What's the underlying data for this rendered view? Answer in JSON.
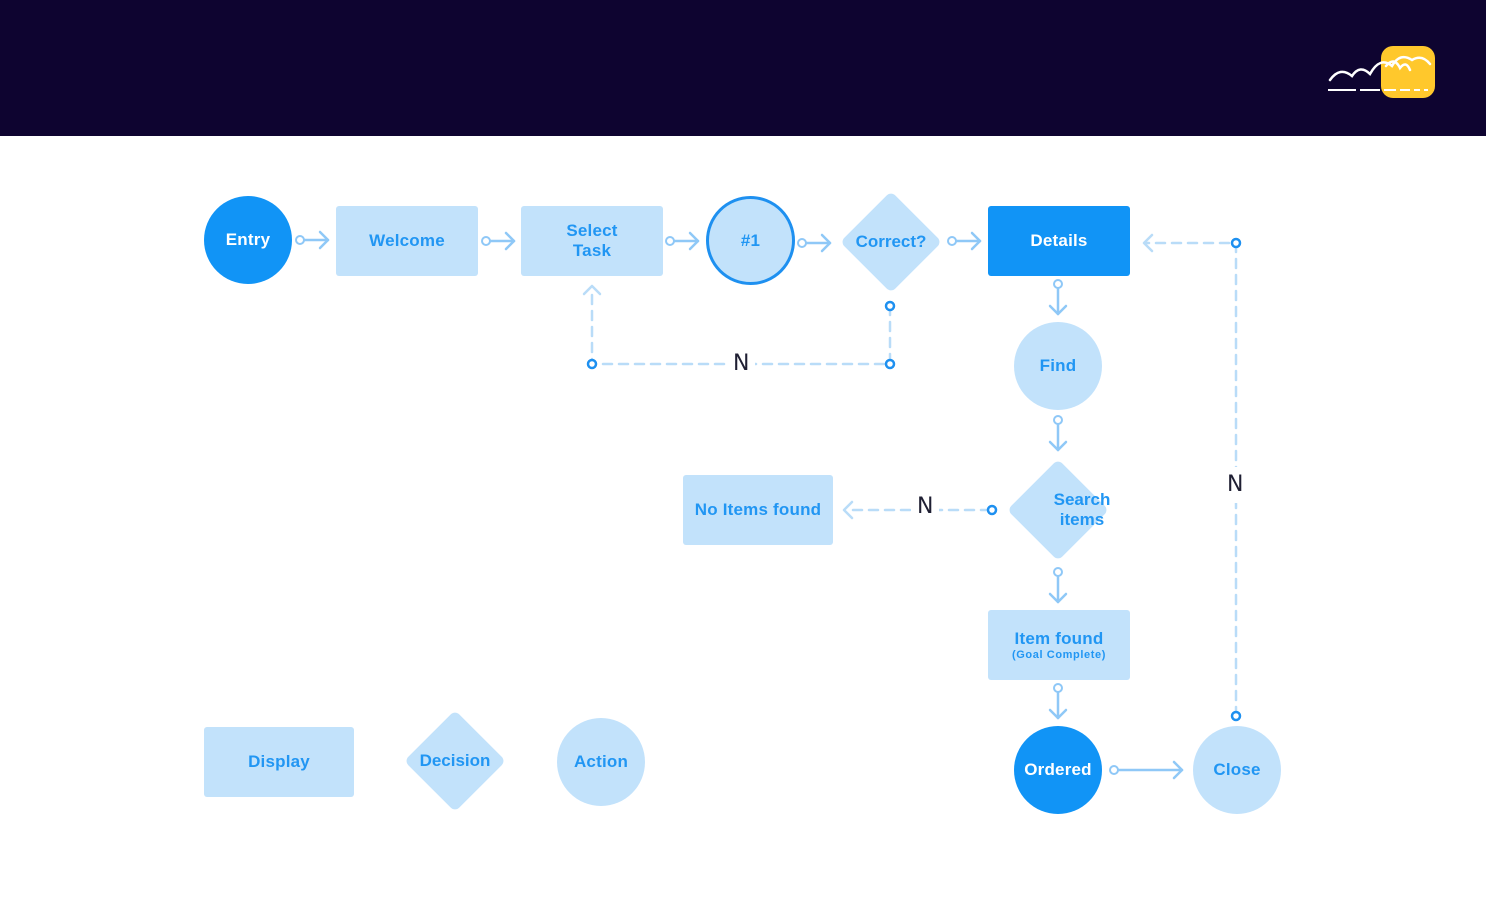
{
  "header": {
    "logo_name": "brand-logo",
    "background": "#0e0430",
    "logo_color": "#ffc82c"
  },
  "colors": {
    "display_fill": "#c2e2fb",
    "accent": "#1194f6",
    "text_accent": "#2196f3",
    "connector": "#8fc8f7"
  },
  "nodes": {
    "entry": "Entry",
    "welcome": "Welcome",
    "select_task": "Select Task",
    "step1": "#1",
    "correct": "Correct?",
    "details": "Details",
    "find": "Find",
    "search_items": "Search items",
    "no_items": "No Items found",
    "item_found": "Item found",
    "item_found_sub": "(Goal Complete)",
    "ordered": "Ordered",
    "close": "Close"
  },
  "edge_labels": {
    "correct_no": "N",
    "search_no": "N",
    "close_no": "N"
  },
  "legend": {
    "display": "Display",
    "decision": "Decision",
    "action": "Action"
  }
}
